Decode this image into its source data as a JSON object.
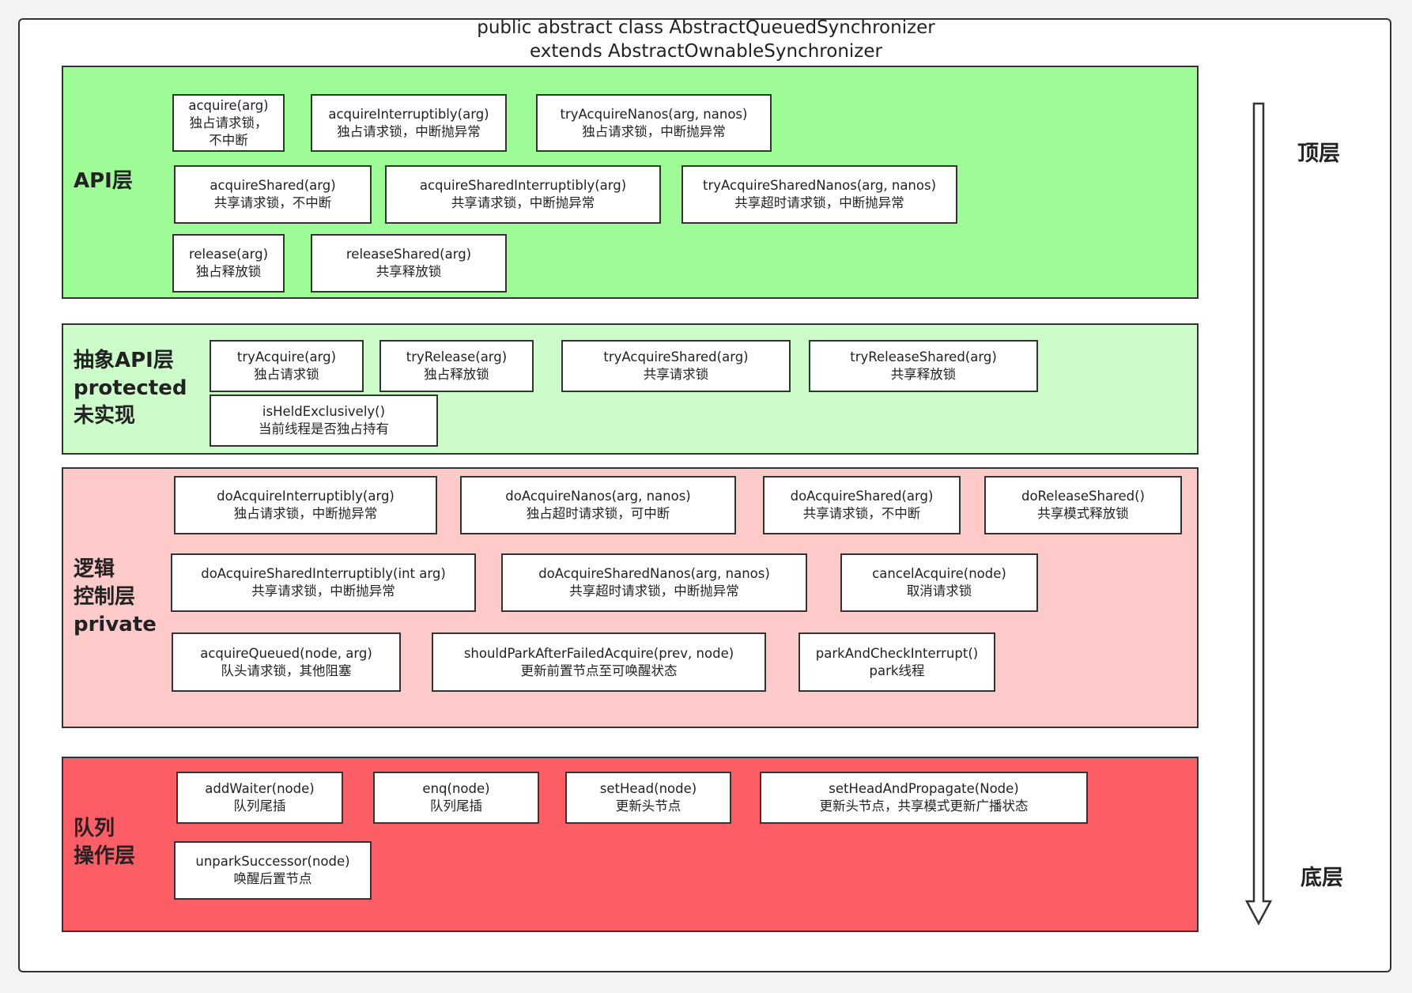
{
  "title": {
    "line1": "public abstract class AbstractQueuedSynchronizer",
    "line2": "extends AbstractOwnableSynchronizer"
  },
  "side": {
    "top": "顶层",
    "bottom": "底层"
  },
  "layers": [
    {
      "label": [
        "API层"
      ],
      "color": "#9dfc96",
      "boxes": [
        {
          "lines": [
            "acquire(arg)",
            "独占请求锁，",
            "不中断"
          ]
        },
        {
          "lines": [
            "acquireInterruptibly(arg)",
            "独占请求锁，中断抛异常"
          ]
        },
        {
          "lines": [
            "tryAcquireNanos(arg, nanos)",
            "独占请求锁，中断抛异常"
          ]
        },
        {
          "lines": [
            "acquireShared(arg)",
            "共享请求锁，不中断"
          ]
        },
        {
          "lines": [
            "acquireSharedInterruptibly(arg)",
            "共享请求锁，中断抛异常"
          ]
        },
        {
          "lines": [
            "tryAcquireSharedNanos(arg, nanos)",
            "共享超时请求锁，中断抛异常"
          ]
        },
        {
          "lines": [
            "release(arg)",
            "独占释放锁"
          ]
        },
        {
          "lines": [
            "releaseShared(arg)",
            "共享释放锁"
          ]
        }
      ]
    },
    {
      "label": [
        "抽象API层",
        "protected",
        "未实现"
      ],
      "color": "#ccfcca",
      "boxes": [
        {
          "lines": [
            "tryAcquire(arg)",
            "独占请求锁"
          ]
        },
        {
          "lines": [
            "tryRelease(arg)",
            "独占释放锁"
          ]
        },
        {
          "lines": [
            "tryAcquireShared(arg)",
            "共享请求锁"
          ]
        },
        {
          "lines": [
            "tryReleaseShared(arg)",
            "共享释放锁"
          ]
        },
        {
          "lines": [
            "isHeldExclusively()",
            "当前线程是否独占持有"
          ]
        }
      ]
    },
    {
      "label": [
        "逻辑",
        "控制层",
        "private"
      ],
      "color": "#fdcaca",
      "boxes": [
        {
          "lines": [
            "doAcquireInterruptibly(arg)",
            "独占请求锁，中断抛异常"
          ]
        },
        {
          "lines": [
            "doAcquireNanos(arg, nanos)",
            "独占超时请求锁，可中断"
          ]
        },
        {
          "lines": [
            "doAcquireShared(arg)",
            "共享请求锁，不中断"
          ]
        },
        {
          "lines": [
            "doReleaseShared()",
            "共享模式释放锁"
          ]
        },
        {
          "lines": [
            "doAcquireSharedInterruptibly(int arg)",
            "共享请求锁，中断抛异常"
          ]
        },
        {
          "lines": [
            "doAcquireSharedNanos(arg, nanos)",
            "共享超时请求锁，中断抛异常"
          ]
        },
        {
          "lines": [
            "cancelAcquire(node)",
            "取消请求锁"
          ]
        },
        {
          "lines": [
            "acquireQueued(node, arg)",
            "队头请求锁，其他阻塞"
          ]
        },
        {
          "lines": [
            "shouldParkAfterFailedAcquire(prev, node)",
            "更新前置节点至可唤醒状态"
          ]
        },
        {
          "lines": [
            "parkAndCheckInterrupt()",
            "park线程"
          ]
        }
      ]
    },
    {
      "label": [
        "队列",
        "操作层"
      ],
      "color": "#fd5e66",
      "boxes": [
        {
          "lines": [
            "addWaiter(node)",
            "队列尾插"
          ]
        },
        {
          "lines": [
            "enq(node)",
            "队列尾插"
          ]
        },
        {
          "lines": [
            "setHead(node)",
            "更新头节点"
          ]
        },
        {
          "lines": [
            "setHeadAndPropagate(Node)",
            "更新头节点，共享模式更新广播状态"
          ]
        },
        {
          "lines": [
            "unparkSuccessor(node)",
            "唤醒后置节点"
          ]
        }
      ]
    }
  ]
}
